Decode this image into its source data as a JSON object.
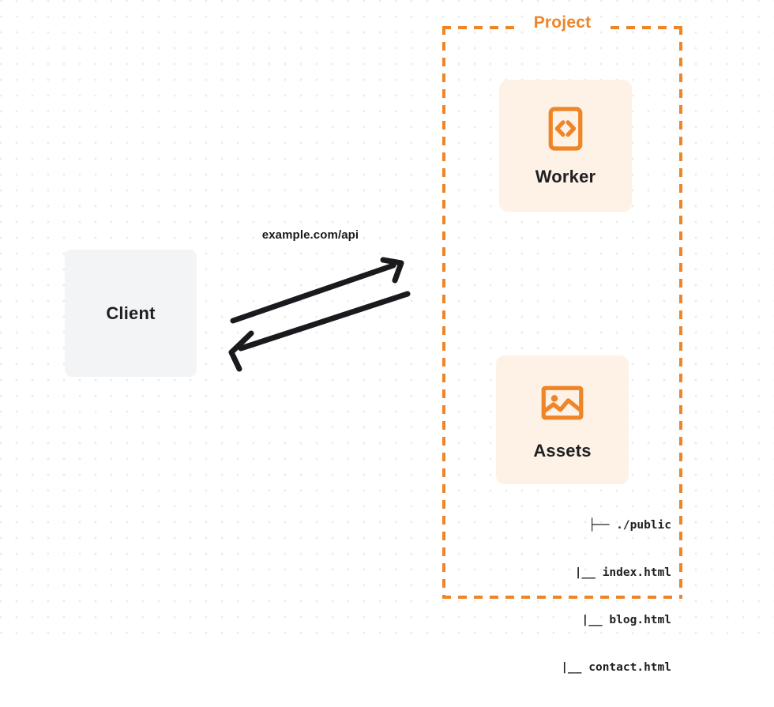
{
  "theme": {
    "accent": "#ee8528",
    "card_bg": "#fdf2e5",
    "client_bg": "#f3f4f6",
    "text": "#1f1f23",
    "dot_grid": "#ececef",
    "arrow_stroke": "#1a1a1e",
    "page_bg": "#ffffff"
  },
  "diagram": {
    "type": "architecture-flow",
    "client": {
      "label": "Client",
      "icon": "none"
    },
    "connection": {
      "label": "example.com/api",
      "request_direction": "client-to-project",
      "response_direction": "project-to-client",
      "arrow_count": 2
    },
    "project": {
      "title": "Project",
      "border_style": "dashed",
      "cards": [
        {
          "label": "Worker",
          "icon": "code-brackets-icon"
        },
        {
          "label": "Assets",
          "icon": "image-icon"
        }
      ],
      "file_tree": [
        {
          "branch": "├──",
          "name": "./public"
        },
        {
          "branch": "|__",
          "name": "index.html"
        },
        {
          "branch": "|__",
          "name": "blog.html"
        },
        {
          "branch": "|__",
          "name": "contact.html"
        }
      ]
    }
  }
}
